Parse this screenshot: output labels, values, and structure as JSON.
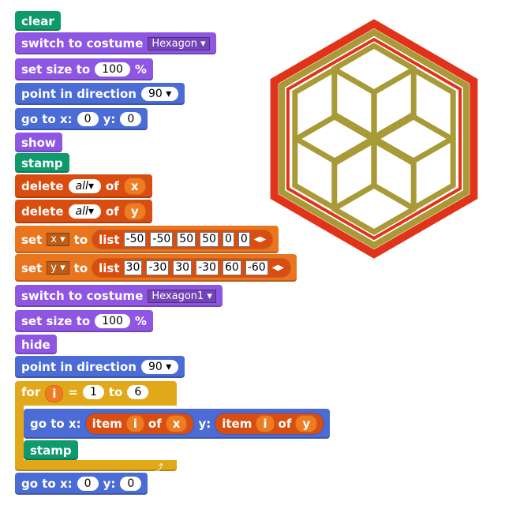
{
  "blocks": {
    "clear": "clear",
    "costume1": {
      "label": "switch to costume",
      "value": "Hexagon"
    },
    "size1": {
      "label": "set size to",
      "value": "100",
      "unit": "%"
    },
    "dir1": {
      "label": "point in direction",
      "value": "90"
    },
    "goto1": {
      "label_x": "go to x:",
      "x": "0",
      "label_y": "y:",
      "y": "0"
    },
    "show": "show",
    "stamp1": "stamp",
    "delete1": {
      "label": "delete",
      "which": "all",
      "of": "of",
      "var": "x"
    },
    "delete2": {
      "label": "delete",
      "which": "all",
      "of": "of",
      "var": "y"
    },
    "setx": {
      "label": "set",
      "var": "x",
      "to": "to",
      "list": "list",
      "items": [
        "-50",
        "-50",
        "50",
        "50",
        "0",
        "0"
      ]
    },
    "sety": {
      "label": "set",
      "var": "y",
      "to": "to",
      "list": "list",
      "items": [
        "30",
        "-30",
        "30",
        "-30",
        "60",
        "-60"
      ]
    },
    "costume2": {
      "label": "switch to costume",
      "value": "Hexagon1"
    },
    "size2": {
      "label": "set size to",
      "value": "100",
      "unit": "%"
    },
    "hide": "hide",
    "dir2": {
      "label": "point in direction",
      "value": "90"
    },
    "for": {
      "label": "for",
      "var": "i",
      "eq": "=",
      "from": "1",
      "to_label": "to",
      "to": "6"
    },
    "goto2": {
      "label_x": "go to x:",
      "item": "item",
      "i": "i",
      "of": "of",
      "xvar": "x",
      "label_y": "y:",
      "yvar": "y"
    },
    "stamp2": "stamp",
    "goto3": {
      "label_x": "go to x:",
      "x": "0",
      "label_y": "y:",
      "y": "0"
    }
  },
  "colors": {
    "red": "#e0331a",
    "gold": "#a99a38"
  }
}
